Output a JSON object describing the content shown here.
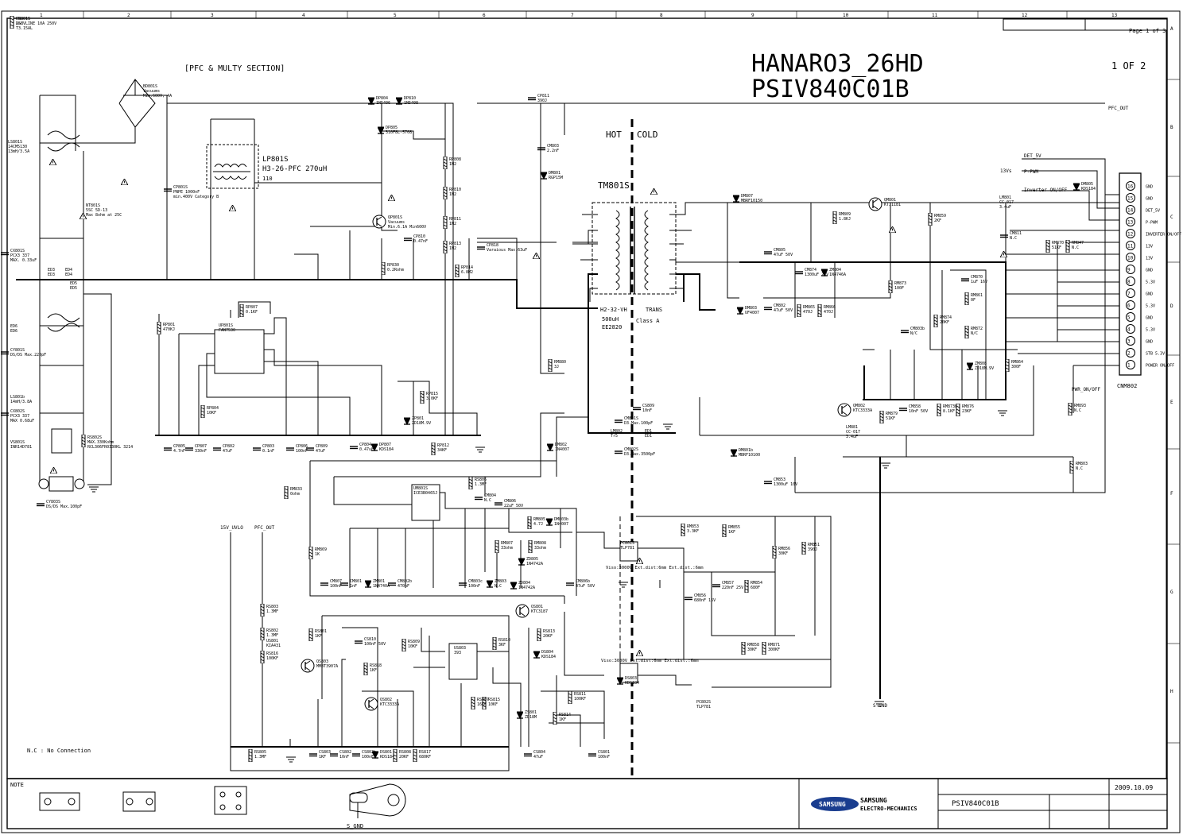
{
  "title": {
    "model": "HANARO3_26HD",
    "part": "PSIV840C01B",
    "sheet": "1 OF 2",
    "page": "Page 1 of 3",
    "section": "[PFC & MULTY SECTION]"
  },
  "labels": {
    "hot": "HOT",
    "cold": "COLD",
    "nc_note": "N.C : No Connection",
    "note": "NOTE",
    "s_gnd": "S_GND",
    "date": "2009.10.09",
    "title_block_part": "PSIV840C01B",
    "company_line1": "SAMSUNG",
    "company_line2": "ELECTRO-MECHANICS",
    "logo": "SAMSUNG",
    "pfc_out": "PFC_OUT",
    "v15_uvlo": "15V_UVLO",
    "pfc_out2": "PFC_OUT",
    "trans_name": "TM801S",
    "trans_type": "H2-32-VH",
    "trans_l": "500uH",
    "trans_core": "EE2820",
    "trans_label": "TRANS",
    "trans_class": "Class A",
    "inductor_name": "LP801S",
    "inductor_spec": "H3-26-PFC 270uH",
    "inductor_rev": "110",
    "connector": "CNM802"
  },
  "grid": {
    "cols": [
      "1",
      "2",
      "3",
      "4",
      "5",
      "6",
      "7",
      "8",
      "9",
      "10",
      "11",
      "12",
      "13"
    ],
    "rows": [
      "A",
      "B",
      "C",
      "D",
      "E",
      "F",
      "G",
      "H"
    ]
  },
  "connector_pins": [
    {
      "num": "16",
      "name": "GND"
    },
    {
      "num": "15",
      "name": "GND"
    },
    {
      "num": "14",
      "name": "DET_5V"
    },
    {
      "num": "13",
      "name": "P-PWM"
    },
    {
      "num": "12",
      "name": "INVERTER ON/OFF"
    },
    {
      "num": "11",
      "name": "13V"
    },
    {
      "num": "10",
      "name": "13V"
    },
    {
      "num": "9",
      "name": "GND"
    },
    {
      "num": "8",
      "name": "5.3V"
    },
    {
      "num": "7",
      "name": "GND"
    },
    {
      "num": "6",
      "name": "5.3V"
    },
    {
      "num": "5",
      "name": "GND"
    },
    {
      "num": "4",
      "name": "5.3V"
    },
    {
      "num": "3",
      "name": "GND"
    },
    {
      "num": "2",
      "name": "STB 5.3V"
    },
    {
      "num": "1",
      "name": "POWER ON/OFF"
    }
  ],
  "components": [
    {
      "ref": "BD801S",
      "value": "Vacuums",
      "spec": "Min.600V, 4A"
    },
    {
      "ref": "LS801S",
      "value": "14CM5130",
      "spec": "13mH/3.5A"
    },
    {
      "ref": "NT801S",
      "value": "5SC 5D-13",
      "spec": "Max 8ohm at 25C"
    },
    {
      "ref": "CX801S",
      "value": "PCX3 337",
      "spec": "MAX. 0.33uF"
    },
    {
      "ref": "CP801S",
      "value": "PNPE 1000nF",
      "spec": "min.400V Category B"
    },
    {
      "ref": "DP804",
      "value": "1N5406"
    },
    {
      "ref": "DP810",
      "value": "1N5408"
    },
    {
      "ref": "DP805",
      "value": "310F8L-5708"
    },
    {
      "ref": "CP811",
      "value": "390J"
    },
    {
      "ref": "RP808",
      "value": "1M2"
    },
    {
      "ref": "RP810",
      "value": "1M2"
    },
    {
      "ref": "RP811",
      "value": "1M2"
    },
    {
      "ref": "RP813",
      "value": "1M2"
    },
    {
      "ref": "RP814",
      "value": "6.8M2"
    },
    {
      "ref": "QP801S",
      "value": "Vacuums",
      "spec": "Min.6.1A Min600V"
    },
    {
      "ref": "CP810",
      "value": "0.47nF"
    },
    {
      "ref": "RP830",
      "value": "0.2Rohm"
    },
    {
      "ref": "CP818",
      "value": "Varaious Max.63uF"
    },
    {
      "ref": "UP801S",
      "value": "FAN7530"
    },
    {
      "ref": "RP801",
      "value": "470KJ"
    },
    {
      "ref": "RP807",
      "value": "0.1KF"
    },
    {
      "ref": "RP804",
      "value": "10KF"
    },
    {
      "ref": "CP805",
      "value": "4.7nF"
    },
    {
      "ref": "CP807",
      "value": "330nF"
    },
    {
      "ref": "CP802",
      "value": "47uF"
    },
    {
      "ref": "CP803",
      "value": "0.1nF"
    },
    {
      "ref": "CP806",
      "value": "100nF"
    },
    {
      "ref": "CP809",
      "value": "47uF"
    },
    {
      "ref": "CP804",
      "value": "0.47uF"
    },
    {
      "ref": "DP807",
      "value": "KDS184"
    },
    {
      "ref": "ZP801",
      "value": "ZD18M.9V"
    },
    {
      "ref": "RP812",
      "value": "34KF"
    },
    {
      "ref": "RP815",
      "value": "3.0KF"
    },
    {
      "ref": "DM801",
      "value": "RGP15M"
    },
    {
      "ref": "CM803",
      "value": "2.2nF"
    },
    {
      "ref": "DM807",
      "value": "MBRF10150"
    },
    {
      "ref": "QM801",
      "value": "KTJ1181"
    },
    {
      "ref": "RM809",
      "value": "1.8KJ"
    },
    {
      "ref": "RM859",
      "value": "2KF"
    },
    {
      "ref": "LM801",
      "value": "CC-017",
      "spec": "3.4uF"
    },
    {
      "ref": "CM811",
      "value": "N.C"
    },
    {
      "ref": "CM805",
      "value": "47uF 50V"
    },
    {
      "ref": "CM874",
      "value": "1300uF 25V"
    },
    {
      "ref": "ZM804",
      "value": "1N4746A"
    },
    {
      "ref": "DM803",
      "value": "UF4007"
    },
    {
      "ref": "CM802",
      "value": "47uF 50V"
    },
    {
      "ref": "RM865",
      "value": "470J"
    },
    {
      "ref": "RM866",
      "value": "470J"
    },
    {
      "ref": "RM873",
      "value": "100F"
    },
    {
      "ref": "CM870",
      "value": "1uF 16V"
    },
    {
      "ref": "RM861",
      "value": "0F"
    },
    {
      "ref": "RM874",
      "value": "20KF"
    },
    {
      "ref": "RM872",
      "value": "N/C"
    },
    {
      "ref": "CM803b",
      "value": "N/C"
    },
    {
      "ref": "ZM808",
      "value": "ZD18M.9V"
    },
    {
      "ref": "RM864",
      "value": "300F"
    },
    {
      "ref": "DM805",
      "value": "KDS184"
    },
    {
      "ref": "RM870",
      "value": "51KF"
    },
    {
      "ref": "RM847",
      "value": "N.C"
    },
    {
      "ref": "QM802",
      "value": "KTC3333A"
    },
    {
      "ref": "RM879",
      "value": "51KF"
    },
    {
      "ref": "CM858",
      "value": "10nF 50V"
    },
    {
      "ref": "RM873b",
      "value": "8.1KF"
    },
    {
      "ref": "RM876",
      "value": "23KF"
    },
    {
      "ref": "RM893",
      "value": "N.C"
    },
    {
      "ref": "DM801b",
      "value": "MBRF10100"
    },
    {
      "ref": "LM881",
      "value": "CC-017",
      "spec": "3.4uF"
    },
    {
      "ref": "CM853",
      "value": "1300uF 10V"
    },
    {
      "ref": "RM803",
      "value": "N.C"
    },
    {
      "ref": "CM801S",
      "value": "D3.Max.100pF"
    },
    {
      "ref": "CM802S",
      "value": "D3.Max.3500pF"
    },
    {
      "ref": "RM880",
      "value": "3J"
    },
    {
      "ref": "DM802",
      "value": "1N4007"
    },
    {
      "ref": "RM833",
      "value": "0ohm"
    },
    {
      "ref": "UM801S",
      "value": "ICE3B0465J"
    },
    {
      "ref": "CM804",
      "value": "N.C"
    },
    {
      "ref": "CM806",
      "value": "22uF 50V"
    },
    {
      "ref": "RM805",
      "value": "4.7J"
    },
    {
      "ref": "DM803b",
      "value": "1N4007"
    },
    {
      "ref": "RM869",
      "value": "1K"
    },
    {
      "ref": "CM807",
      "value": "100nF"
    },
    {
      "ref": "CM801",
      "value": "1nF"
    },
    {
      "ref": "ZM801",
      "value": "1N4740A"
    },
    {
      "ref": "CM802b",
      "value": "470nF"
    },
    {
      "ref": "CM803c",
      "value": "100nF"
    },
    {
      "ref": "ZM803",
      "value": "N.C"
    },
    {
      "ref": "ZD804",
      "value": "1N4742A"
    },
    {
      "ref": "RM807",
      "value": "33ohm"
    },
    {
      "ref": "RM808",
      "value": "33ohm"
    },
    {
      "ref": "ZD805",
      "value": "1N4742A"
    },
    {
      "ref": "PC801S",
      "value": "TLP781"
    },
    {
      "ref": "CM806b",
      "value": "47uF 50V"
    },
    {
      "ref": "QS801",
      "value": "KTC3187"
    },
    {
      "ref": "RM853",
      "value": "3.3KF"
    },
    {
      "ref": "RM855",
      "value": "1KF"
    },
    {
      "ref": "RM856",
      "value": "30KF"
    },
    {
      "ref": "RM851",
      "value": "390J"
    },
    {
      "ref": "CM857",
      "value": "220nF 25V"
    },
    {
      "ref": "RM854",
      "value": "680F"
    },
    {
      "ref": "CM856",
      "value": "680nF 16V"
    },
    {
      "ref": "RM858",
      "value": "30KF"
    },
    {
      "ref": "RM871",
      "value": "300KF"
    },
    {
      "ref": "RS801",
      "value": "1KF"
    },
    {
      "ref": "QS803",
      "value": "MMBT3907A"
    },
    {
      "ref": "CS810",
      "value": "100nF 50V"
    },
    {
      "ref": "RS818",
      "value": "1KF"
    },
    {
      "ref": "RS809",
      "value": "10KF"
    },
    {
      "ref": "US803",
      "value": "393"
    },
    {
      "ref": "RS810",
      "value": "3KF"
    },
    {
      "ref": "RS813",
      "value": "20KF"
    },
    {
      "ref": "DS804",
      "value": "KDS184"
    },
    {
      "ref": "QS802",
      "value": "KTC3333A"
    },
    {
      "ref": "RS807",
      "value": "16KF"
    },
    {
      "ref": "RS815",
      "value": "10KF"
    },
    {
      "ref": "RS811",
      "value": "100KF"
    },
    {
      "ref": "RS814",
      "value": "1KF"
    },
    {
      "ref": "ZS801",
      "value": "ZD18M"
    },
    {
      "ref": "DS803",
      "value": "KDS184"
    },
    {
      "ref": "PC802S",
      "value": "TLP781"
    },
    {
      "ref": "DS801",
      "value": "KDS184"
    },
    {
      "ref": "RS808",
      "value": "20KF"
    },
    {
      "ref": "RS817",
      "value": "680KF"
    },
    {
      "ref": "CS802",
      "value": "10nF"
    },
    {
      "ref": "CS802b",
      "value": "100nF"
    },
    {
      "ref": "CS803",
      "value": "1KF"
    },
    {
      "ref": "CS804",
      "value": "47uF"
    },
    {
      "ref": "CS801",
      "value": "100nF"
    },
    {
      "ref": "US801",
      "value": "KIA431"
    },
    {
      "ref": "RS816",
      "value": "100KF"
    },
    {
      "ref": "RS802",
      "value": "1.3MF"
    },
    {
      "ref": "RS803",
      "value": "1.3MF"
    },
    {
      "ref": "RS805",
      "value": "1.3MF"
    },
    {
      "ref": "RS806",
      "value": "1.3MF"
    },
    {
      "ref": "CS809",
      "value": "10nF"
    },
    {
      "ref": "LM802",
      "value": "Tr5"
    },
    {
      "ref": "ED1",
      "value": "ED1"
    },
    {
      "ref": "ED3",
      "value": "ED3"
    },
    {
      "ref": "ED4",
      "value": "ED4"
    },
    {
      "ref": "ED5",
      "value": "ED5"
    },
    {
      "ref": "ED6",
      "value": "ED6"
    },
    {
      "ref": "CY801S",
      "value": "DS/DS Max.220pF"
    },
    {
      "ref": "LS801b",
      "value": "14mH/3.8A"
    },
    {
      "ref": "CX802S",
      "value": "PCX3 337",
      "spec": "MAX 0.68uF"
    },
    {
      "ref": "RS802S",
      "value": "MAX.330Kohm",
      "spec": "RCL306FR0330KL 3214"
    },
    {
      "ref": "VS801S",
      "value": "INR14D781"
    },
    {
      "ref": "CY803S",
      "value": "DS/DS Max.100pF"
    },
    {
      "ref": "FS801S",
      "value": "250V",
      "spec": "T3.15AL"
    },
    {
      "ref": "CN801S",
      "value": "D&C LINE 10A 250V"
    }
  ],
  "nets": [
    "13Vs",
    "DET_5V",
    "P-PWM",
    "Inverter ON/OFF",
    "PWR_ON/OFF",
    "PFC_OUT",
    "S-GND",
    "S_GND"
  ],
  "vias_note": "Viso:3000V Ext.dist:6mm Ext.dist.:6mm"
}
